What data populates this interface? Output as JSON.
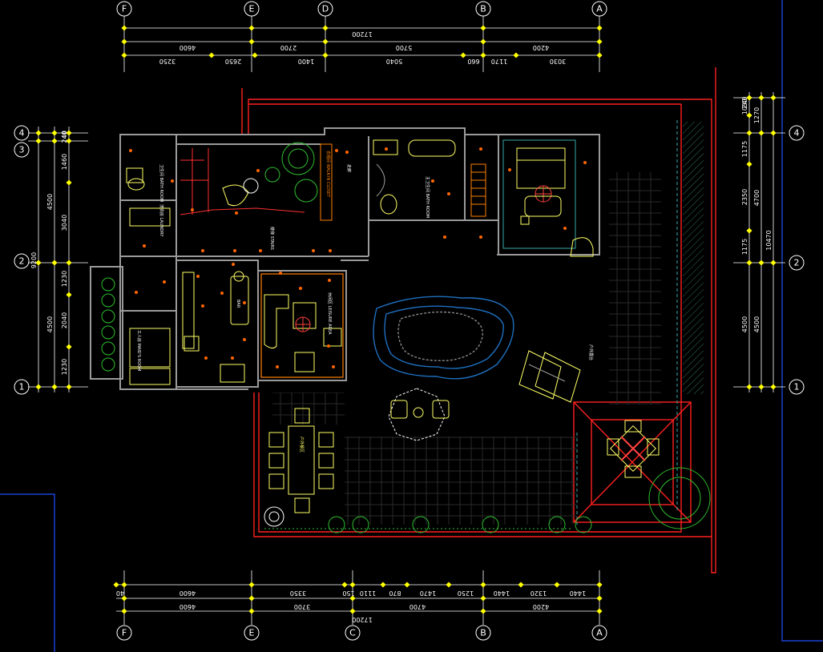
{
  "colors": {
    "background": "#000000",
    "wall": "#9a9a9a",
    "wall_fill": "#1a1a1a",
    "dimension": "#ffffff",
    "tick": "#ffff00",
    "red_line": "#ff2020",
    "furniture": "#ffff66",
    "plant": "#2fbf2f",
    "pool": "#1e6fbf",
    "blue_frame": "#2050ff",
    "grid_cyan": "#3aa8a8",
    "orange": "#ff8000"
  },
  "axes": {
    "top": [
      "F",
      "E",
      "D",
      "B",
      "A"
    ],
    "bottom": [
      "F",
      "E",
      "C",
      "B",
      "A"
    ],
    "left": [
      "4",
      "3",
      "2",
      "1"
    ],
    "right": [
      "4",
      "2",
      "1"
    ]
  },
  "top_dims": {
    "row1": [
      "17200"
    ],
    "row2": [
      "4600",
      "2700",
      "5700",
      "4200"
    ],
    "row3": [
      "3250",
      "2650",
      "1400",
      "5040",
      "660",
      "1170",
      "3030"
    ]
  },
  "bottom_dims": {
    "row1": [
      "4600",
      "3350",
      "150",
      "1110",
      "870",
      "1470",
      "1250",
      "1440",
      "1320",
      "1440",
      "40"
    ],
    "row2": [
      "4600",
      "3700",
      "4700",
      "4200"
    ],
    "row3": [
      "17200"
    ]
  },
  "left_dims": {
    "col1": [
      "9200"
    ],
    "col2": [
      "4500",
      "4500"
    ],
    "col3": [
      "1460",
      "3040",
      "1230",
      "2040",
      "1230",
      "240",
      "40"
    ]
  },
  "right_dims": {
    "col1": [
      "1030",
      "240",
      "1175",
      "2350",
      "1175",
      "4500"
    ],
    "col2": [
      "1270",
      "4700",
      "4500"
    ],
    "col3": [
      "10470"
    ]
  },
  "rooms": {
    "bath1": "卫生间\nBATH ROOM",
    "laundry": "洗衣房\nLAUNDRY",
    "maid": "工人房\nMAID'S ROOM",
    "stairs": "楼梯\nSTAIRS",
    "corridor": "走廊",
    "walk_in": "衣帽间\nWALK-IN CLOSET",
    "bath2": "主卫生间\nBATH ROOM",
    "bar": "BAR",
    "leisure": "休闲区\nLEISURE AREA",
    "terrace": "户外露台",
    "dining": "户外餐区"
  }
}
